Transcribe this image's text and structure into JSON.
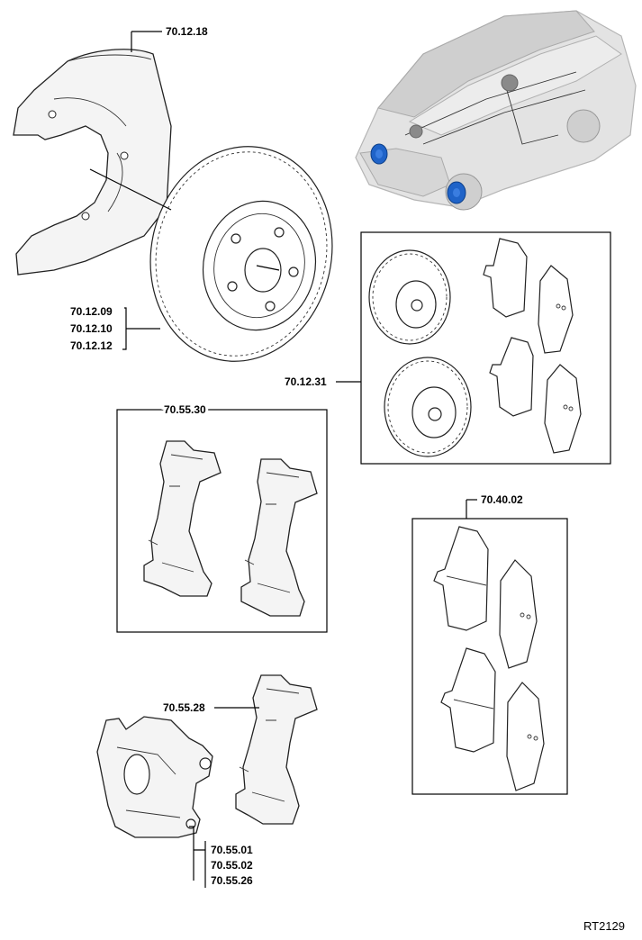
{
  "labels": {
    "dust_shield": "70.12.18",
    "rotor_1": "70.12.09",
    "rotor_2": "70.12.10",
    "rotor_3": "70.12.12",
    "rotor_kit": "70.12.31",
    "carrier_pair": "70.55.30",
    "pad_set": "70.40.02",
    "carrier_single": "70.55.28",
    "caliper_1": "70.55.01",
    "caliper_2": "70.55.02",
    "caliper_3": "70.55.26"
  },
  "reference_code": "RT2129",
  "colors": {
    "highlight": "#1f63c8",
    "vehicle": "#dcdcdc"
  }
}
